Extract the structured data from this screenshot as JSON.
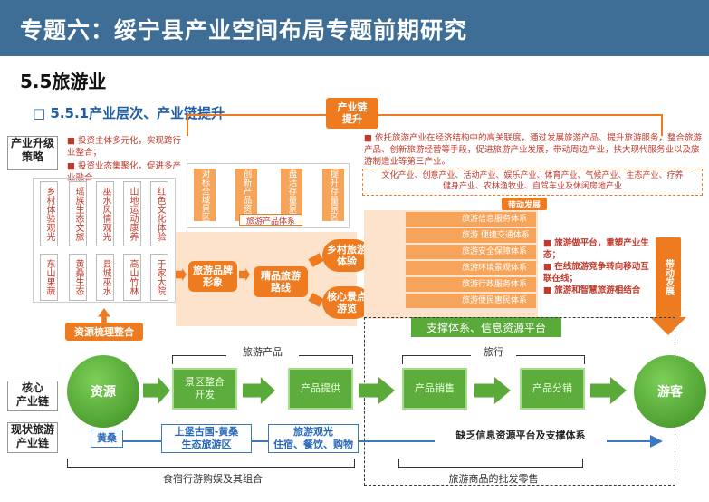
{
  "header": {
    "title": "专题六：绥宁县产业空间布局专题前期研究"
  },
  "section": "5.5旅游业",
  "subsection": "5.5.1产业层次、产业链提升",
  "labels": {
    "industry_upgrade": "产业升级\n策略",
    "core_chain": "核心\n产业链",
    "current_chain": "现状旅游\n产业链"
  },
  "strategy_bullets": [
    "投资主体多元化，实现跨行业整合；",
    "投资业态集聚化，促进多产业融合"
  ],
  "chain_upgrade": "产业链\n提升",
  "right_text": "依托旅游产业在经济结构中的高关联度，通过发展旅游产品、提升旅游服务，整合旅游产品、创新旅游经营等手段，促进旅游产业发展，带动周边产业，扶大现代服务业以及旅游制造业等第三产业。",
  "industries": "文化产业、创意产业、活动产业、娱乐产业、体育产业、气候产业、生态产业、疗养健身产业、农林渔牧业、自驾车业及休闲房地产业",
  "drive_dev": "带动发展",
  "drive_dev_v": "带动发展",
  "resource_cols": [
    "乡村体验观光",
    "瑶族生态文旅",
    "巫水风情观光",
    "山地运动康养",
    "红色文化体验"
  ],
  "resource_cols2": [
    "东山果蔬",
    "黄桑生态",
    "县城巫水",
    "高山竹林",
    "于家大院"
  ],
  "resource_integrate": "资源梳理整合",
  "product_system_items": [
    "对标全域景区",
    "创新产品资源",
    "盘活存量景区",
    "提升存量景区"
  ],
  "product_system": "旅游产品体系",
  "brand": "旅游品牌\n形象",
  "route": "精品旅游\n路线",
  "rural": "乡村旅游\n体验",
  "core_spot": "核心景点\n游览",
  "service_bars": [
    "旅游信息服务体系",
    "旅游 便捷交通体系",
    "旅游安全保障体系",
    "旅游环境景观体系",
    "旅游行政服务体系",
    "旅游便民惠民体系"
  ],
  "platform_bullets": [
    "旅游做平台，重塑产业生态；",
    "在线旅游竞争转向移动互联在线；",
    "旅游和智慧旅游相结合"
  ],
  "support_platform": "支撑体系、信息资源平台",
  "core": {
    "resource": "资源",
    "visitor": "游客",
    "zone_dev": "景区整合\n开发",
    "product_supply": "产品提供",
    "product_sales": "产品销售",
    "product_dist": "产品分销",
    "tour_product": "旅游产品",
    "travel": "旅行"
  },
  "current": {
    "huangsang": "黄桑",
    "zone": "上堡古国-黄桑\n生态旅游区",
    "sightseeing": "旅游观光\n住宿、餐饮、购物",
    "lack": "缺乏信息资源平台及支撑体系"
  },
  "bottom": {
    "left": "食宿行游购娱及其组合",
    "right": "旅游商品的批发零售"
  }
}
